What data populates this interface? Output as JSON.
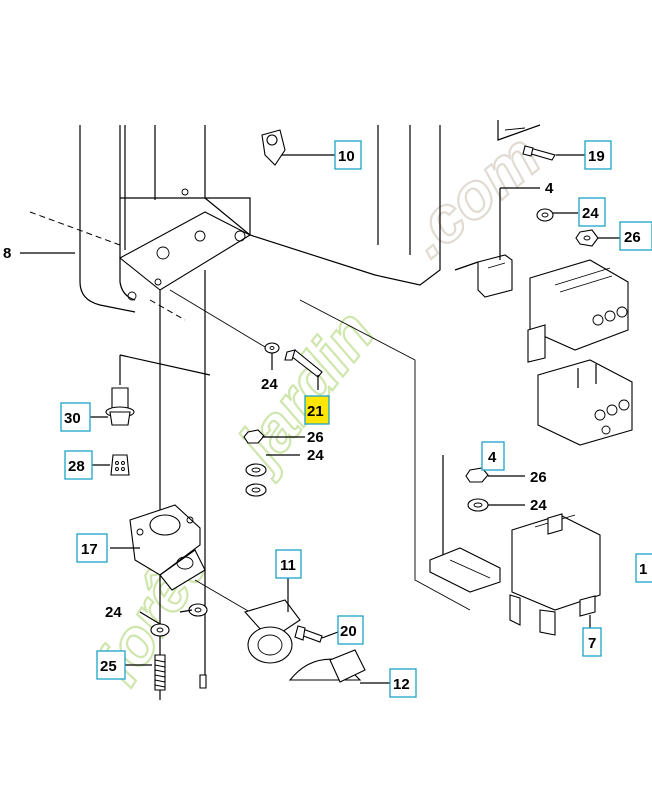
{
  "watermark": {
    "part1": "forêt",
    "part2": "jardin",
    "part3": ".com",
    "colors": {
      "part1": "#a8d36b",
      "part2": "#a8d36b",
      "part3": "#c9bfb0"
    }
  },
  "callouts": {
    "c8": "8",
    "c10": "10",
    "c19": "19",
    "c4_top": "4",
    "c24_right_top": "24",
    "c26_right_top": "26",
    "c24_mid": "24",
    "c21": "21",
    "c26_mid": "26",
    "c24_mid2": "24",
    "c30": "30",
    "c28": "28",
    "c4_mid": "4",
    "c26_right_mid": "26",
    "c24_right_mid": "24",
    "c17": "17",
    "c11": "11",
    "c24_bottom": "24",
    "c20": "20",
    "c25": "25",
    "c12": "12",
    "c7": "7",
    "c1_edge": "1"
  },
  "highlight_color": "#ffe600",
  "box_border_color": "#1aa3c8"
}
